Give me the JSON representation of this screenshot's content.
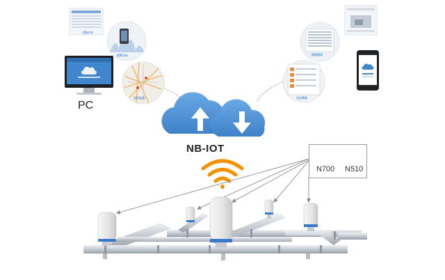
{
  "pc_label": "PC",
  "network_label": "NB-IOT",
  "modules": [
    "N700",
    "N510"
  ],
  "circle_captions": [
    "设备分布",
    "报警分析",
    "实时监测",
    "数据管理",
    "历史数据"
  ],
  "colors": {
    "cloud": "#4b91d6",
    "signal": "#f39200",
    "sensor_band": "#3a79c9",
    "pipe": "#c7ccd3"
  }
}
